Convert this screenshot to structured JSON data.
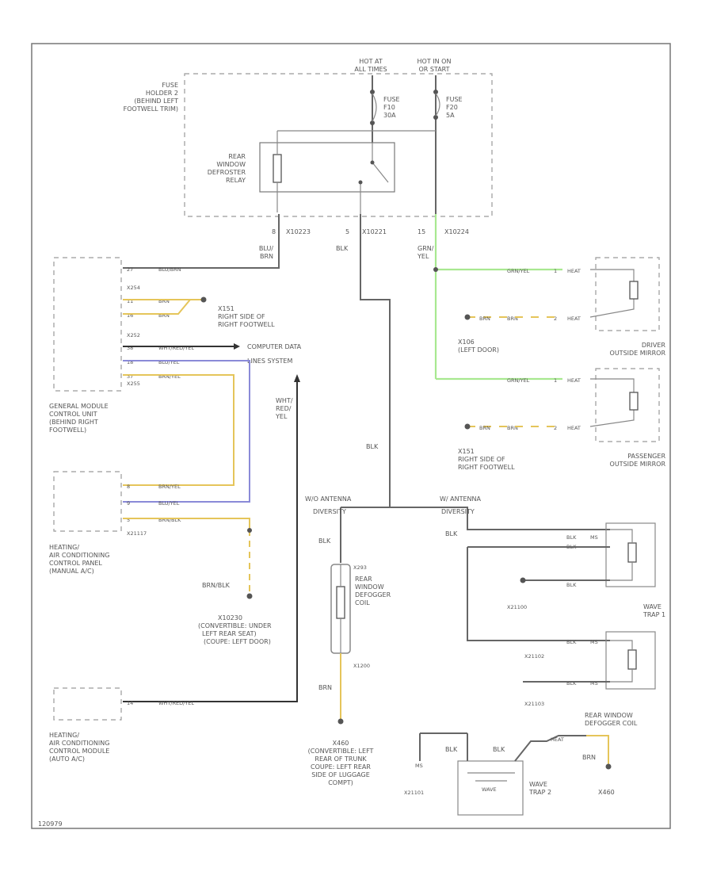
{
  "diagram_id": "120979",
  "colors": {
    "gray": "#666666",
    "blue": "#8a8ad8",
    "yellow": "#e5c55a",
    "green": "#a8e890",
    "black": "#333333",
    "border": "#777777"
  },
  "fuse_holder": {
    "label": [
      "FUSE",
      "HOLDER 2",
      "(BEHIND LEFT",
      "FOOTWELL TRIM)"
    ],
    "hot_left": [
      "HOT AT",
      "ALL TIMES"
    ],
    "hot_right": [
      "HOT IN ON",
      "OR START"
    ],
    "fuse_f10": [
      "FUSE",
      "F10",
      "30A"
    ],
    "fuse_f20": [
      "FUSE",
      "F20",
      "5A"
    ],
    "relay": [
      "REAR",
      "WINDOW",
      "DEFROSTER",
      "RELAY"
    ],
    "pins": [
      {
        "num": "8",
        "conn": "X10223",
        "wire": [
          "BLU/",
          "BRN"
        ]
      },
      {
        "num": "5",
        "conn": "X10221",
        "wire": [
          "BLK"
        ]
      },
      {
        "num": "15",
        "conn": "X10224",
        "wire": [
          "GRN/",
          "YEL"
        ]
      }
    ]
  },
  "gm": {
    "label": [
      "GENERAL MODULE",
      "CONTROL UNIT",
      "(BEHIND RIGHT",
      "FOOTWELL)"
    ],
    "conn": [
      "X254",
      "X252",
      "X255"
    ],
    "pins": [
      {
        "num": "27",
        "wire": "BLU/BRN"
      },
      {
        "num": "11",
        "wire": "BRN"
      },
      {
        "num": "16",
        "wire": "BRN"
      },
      {
        "num": "38",
        "wire": "WHT/RED/YEL"
      },
      {
        "num": "18",
        "wire": "BLU/YEL"
      },
      {
        "num": "37",
        "wire": "BRN/YEL"
      }
    ],
    "ground_x151": [
      "X151",
      "RIGHT SIDE OF",
      "RIGHT FOOTWELL"
    ],
    "can": [
      "COMPUTER DATA",
      "LINES SYSTEM"
    ]
  },
  "hvac": {
    "label": [
      "HEATING/",
      "AIR CONDITIONING",
      "CONTROL PANEL",
      "(MANUAL A/C)"
    ],
    "pins": [
      {
        "num": "8",
        "wire": "BRN/YEL"
      },
      {
        "num": "9",
        "wire": "BLU/YEL"
      },
      {
        "num": "5",
        "wire": "BRN/BLK"
      }
    ],
    "conn": "X21117",
    "splice_wire": "BRN/BLK",
    "ground": [
      "X10230",
      "(CONVERTIBLE: UNDER",
      "LEFT REAR SEAT)",
      "(COUPE: LEFT DOOR)"
    ],
    "wire_wry": [
      "WHT/",
      "RED/",
      "YEL"
    ]
  },
  "hvac_auto": {
    "label": [
      "HEATING/",
      "AIR CONDITIONING",
      "CONTROL MODULE",
      "(AUTO A/C)"
    ],
    "pin": {
      "num": "14",
      "wire": "WHT/RED/YEL"
    }
  },
  "mirrors": {
    "driver": [
      "DRIVER",
      "OUTSIDE MIRROR"
    ],
    "passenger": [
      "PASSENGER",
      "OUTSIDE MIRROR"
    ],
    "wire_gy": "GRN/YEL",
    "wire_brn": "BRN",
    "pin_heat": "HEAT",
    "pin_num_1": "1",
    "pin_num_2": "2",
    "ground_x106": [
      "X106",
      "(LEFT DOOR)"
    ],
    "ground_x151": [
      "X151",
      "RIGHT SIDE OF",
      "RIGHT FOOTWELL"
    ]
  },
  "rear": {
    "blk": "BLK",
    "wo_ant": [
      "W/O ANTENNA",
      "DIVERSITY"
    ],
    "w_ant": [
      "W/ ANTENNA",
      "DIVERSITY"
    ],
    "coil": [
      "REAR",
      "WINDOW",
      "DEFOGGER",
      "COIL"
    ],
    "x293": "X293",
    "x1200": "X1200",
    "brn": "BRN",
    "ground_x460": [
      "X460",
      "(CONVERTIBLE: LEFT",
      "REAR OF TRUNK",
      "COUPE: LEFT REAR",
      "SIDE OF LUGGAGE",
      "COMPT)"
    ],
    "wave1": [
      "WAVE",
      "TRAP 1"
    ],
    "wave2": [
      "WAVE",
      "TRAP 2"
    ],
    "rwdc": [
      "REAR WINDOW",
      "DEFOGGER COIL"
    ],
    "x21100": "X21100",
    "x21102": "X21102",
    "x21103": "X21103",
    "x21101": "X21101",
    "x460": "X460",
    "heat": "HEAT",
    "ms": "MS",
    "wave_t": "WAVE"
  }
}
